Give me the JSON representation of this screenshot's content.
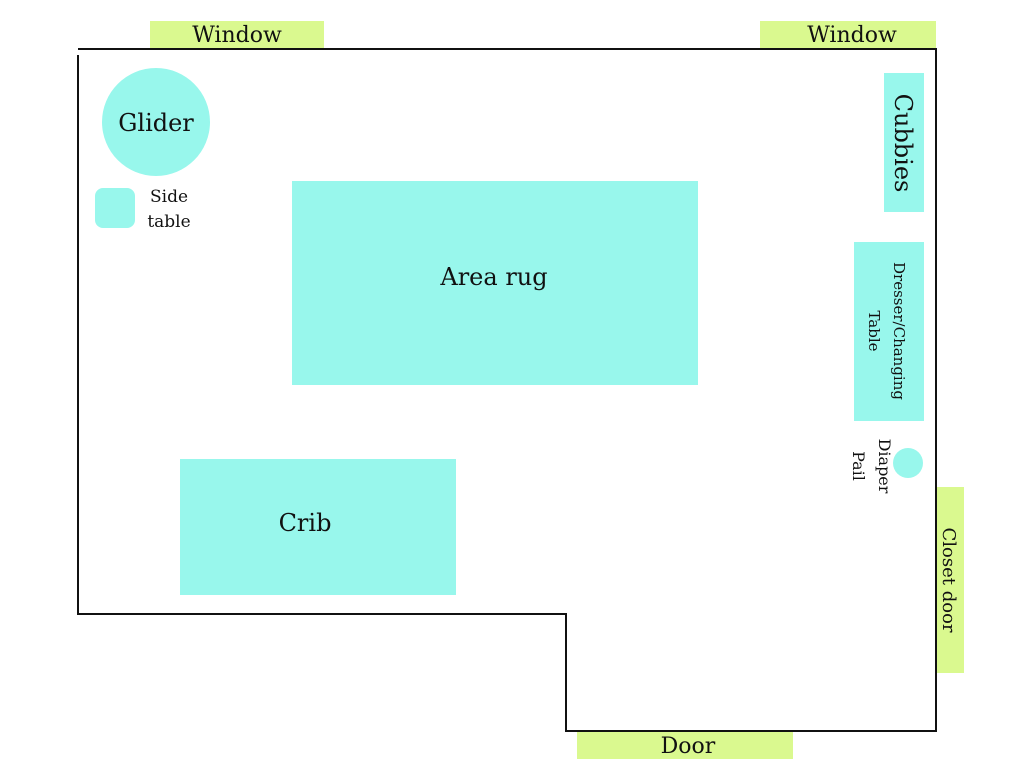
{
  "colors": {
    "furniture": "#98f7ec",
    "opening": "#daf98f",
    "wall": "#111111",
    "background": "#ffffff"
  },
  "openings": {
    "window_left": "Window",
    "window_right": "Window",
    "door": "Door",
    "closet_door": "Closet door"
  },
  "furniture": {
    "glider": "Glider",
    "side_table_line1": "Side",
    "side_table_line2": "table",
    "area_rug": "Area rug",
    "crib": "Crib",
    "cubbies": "Cubbies",
    "dresser_line1": "Dresser/Changing",
    "dresser_line2": "Table",
    "diaper_pail_line1": "Diaper",
    "diaper_pail_line2": "Pail"
  }
}
